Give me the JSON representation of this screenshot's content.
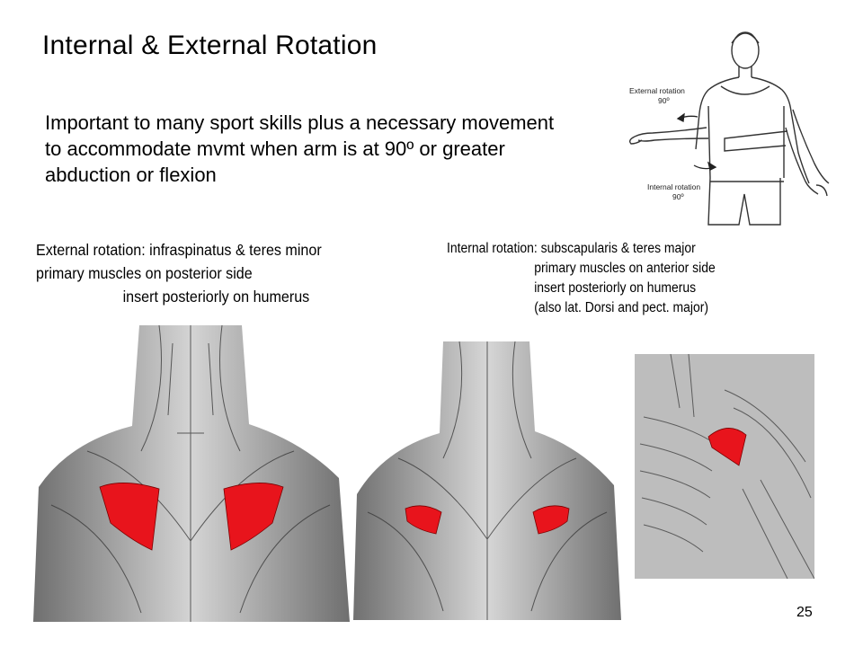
{
  "slide": {
    "title": "Internal & External Rotation",
    "intro": "Important to many sport skills plus a necessary movement to accommodate mvmt when arm is at 90º or greater abduction or flexion",
    "external": {
      "line1": "External rotation: infraspinatus & teres minor",
      "line2": "primary muscles on posterior side",
      "line3": "insert posteriorly on humerus"
    },
    "internal": {
      "line1": "Internal rotation: subscapularis & teres major",
      "line2": "primary muscles on anterior side",
      "line3": "insert posteriorly on humerus",
      "line4": "(also lat. Dorsi and pect. major)"
    },
    "figure": {
      "external_label": "External rotation",
      "external_angle": "90º",
      "internal_label": "Internal rotation",
      "internal_angle": "90º"
    },
    "page_number": "25"
  },
  "colors": {
    "muscle_highlight": "#e8141c",
    "anatomy_gray": "#8a8a8a"
  }
}
